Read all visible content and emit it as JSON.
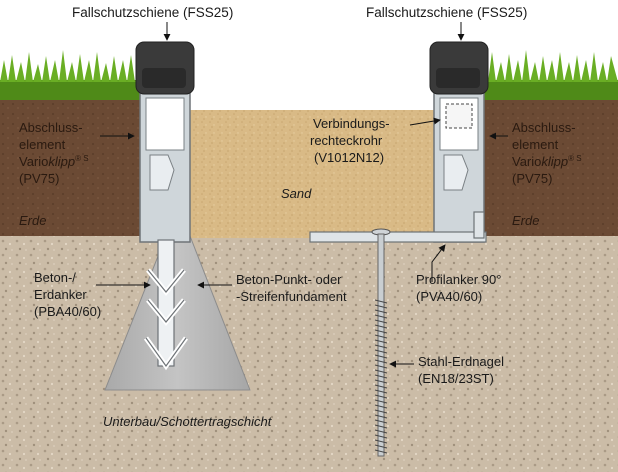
{
  "labels": {
    "top_left": "Fallschutzschiene (FSS25)",
    "top_right": "Fallschutzschiene (FSS25)",
    "left_element": {
      "line1": "Abschluss-",
      "line2": "element",
      "line3a": "Vario",
      "line3b": "klipp",
      "line3sup": "® S",
      "line4": "(PV75)"
    },
    "right_element": {
      "line1": "Abschluss-",
      "line2": "element",
      "line3a": "Vario",
      "line3b": "klipp",
      "line3sup": "® S",
      "line4": "(PV75)"
    },
    "connector": {
      "line1": "Verbindungs-",
      "line2": "rechteckrohr",
      "line3": "(V1012N12)"
    },
    "sand": "Sand",
    "earth_left": "Erde",
    "earth_right": "Erde",
    "anchor": {
      "line1": "Beton-/",
      "line2": "Erdanker",
      "line3": "(PBA40/60)"
    },
    "foundation": {
      "line1": "Beton-Punkt- oder",
      "line2": "-Streifenfundament"
    },
    "profile_anchor": {
      "line1": "Profilanker 90°",
      "line2": "(PVA40/60)"
    },
    "nail": {
      "line1": "Stahl-Erdnagel",
      "line2": "(EN18/23ST)"
    },
    "subbase": "Unterbau/Schottertragschicht"
  },
  "colors": {
    "grass": "#5c9a1e",
    "earth": "#6b4a34",
    "sand": "#d8b985",
    "gravel": "#c9b9a4",
    "concrete": "#b9b9b9",
    "rail": "#3c3c3c",
    "profile": "#dde3e7"
  }
}
